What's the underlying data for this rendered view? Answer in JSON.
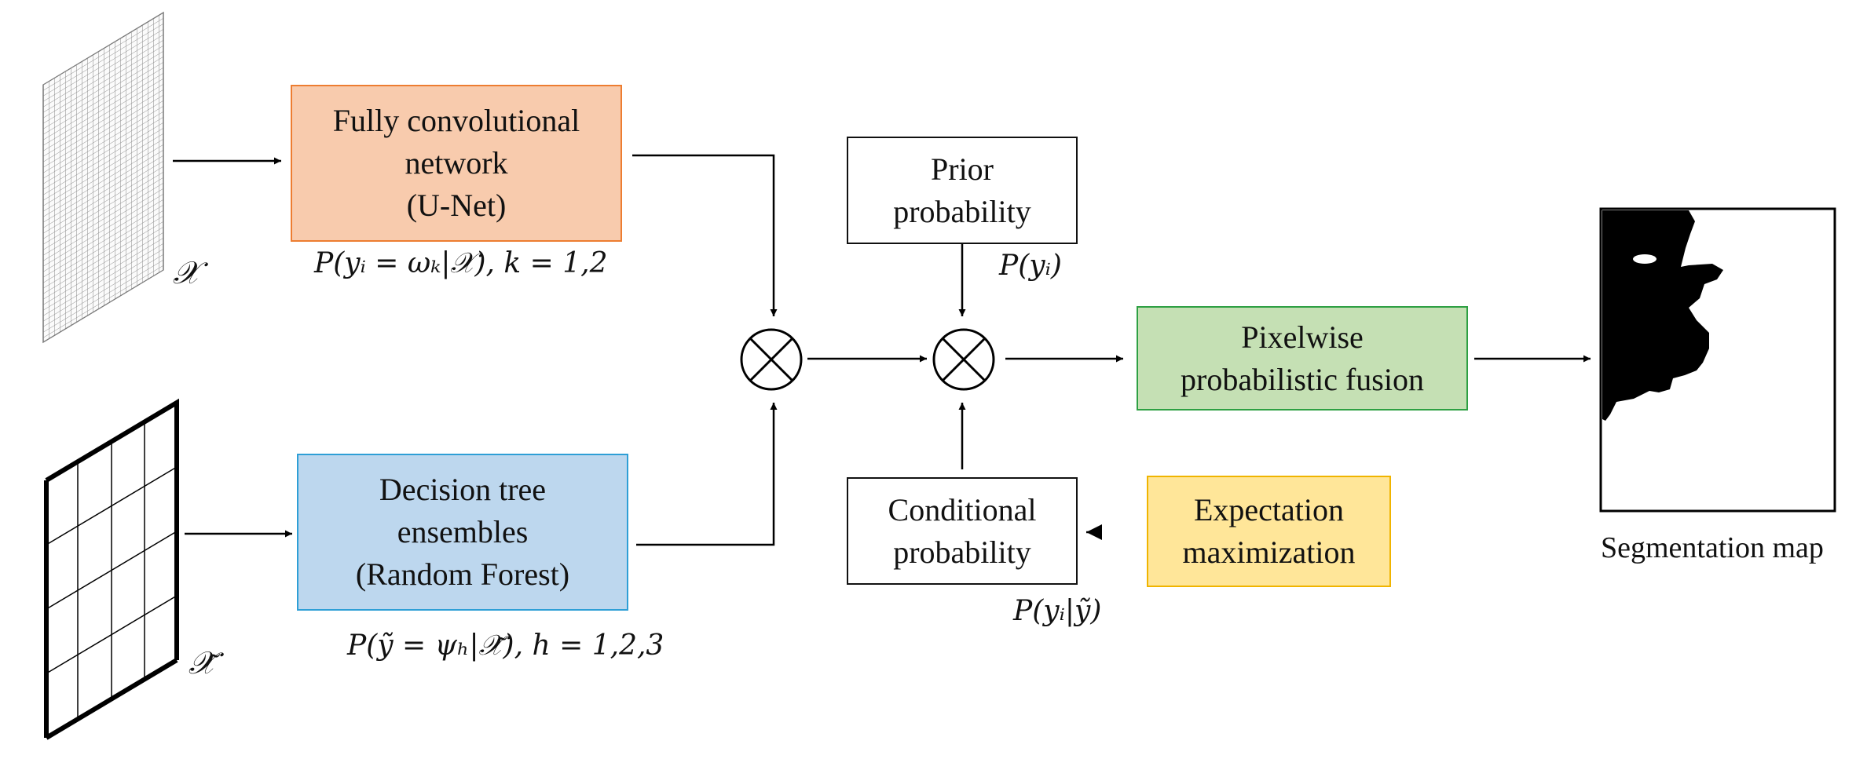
{
  "nodes": {
    "fcn": {
      "lines": [
        "Fully convolutional",
        "network",
        "(U-Net)"
      ],
      "prob": "P(yᵢ = ωₖ|𝒳), k = 1,2"
    },
    "rf": {
      "lines": [
        "Decision tree",
        "ensembles",
        "(Random Forest)"
      ],
      "prob": "P(ỹ = ψₕ|𝒳̃), h = 1,2,3"
    },
    "prior": {
      "lines": [
        "Prior",
        "probability"
      ],
      "prob": "P(yᵢ)"
    },
    "conditional": {
      "lines": [
        "Conditional",
        "probability"
      ],
      "prob": "P(yᵢ|ỹ)"
    },
    "em": {
      "lines": [
        "Expectation",
        "maximization"
      ]
    },
    "fusion": {
      "lines": [
        "Pixelwise",
        "probabilistic fusion"
      ]
    },
    "segmentation": {
      "label": "Segmentation map"
    }
  },
  "inputs": {
    "x_symbol": "𝒳",
    "x_tilde_symbol": "𝒳̃"
  },
  "operators": {
    "icon": "circled-times-icon",
    "count": 2
  },
  "colors": {
    "fcn_fill": "#f8cbad",
    "fcn_border": "#ed7d31",
    "rf_fill": "#bdd7ee",
    "rf_border": "#2e9fd6",
    "em_fill": "#ffe699",
    "em_border": "#f0b400",
    "fusion_fill": "#c5e0b4",
    "fusion_border": "#2ea043"
  }
}
